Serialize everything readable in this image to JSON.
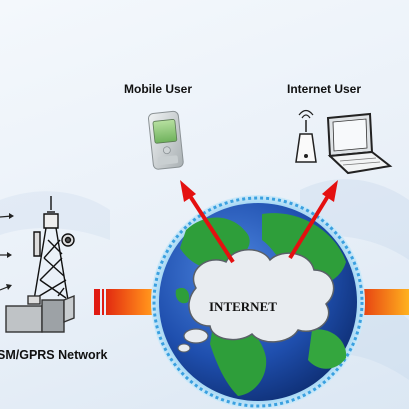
{
  "labels": {
    "mobile_user": "Mobile User",
    "internet_user": "Internet User",
    "internet": "INTERNET",
    "network": "SM/GPRS Network"
  },
  "colors": {
    "arrow": "#e41010",
    "globe_ocean": "#1c4fa8",
    "globe_land": "#2fa33a",
    "beam_start": "#e01010",
    "beam_end": "#ffe23a"
  },
  "icons": [
    "mobile-phone-icon",
    "laptop-icon",
    "wireless-router-icon",
    "cell-tower-icon"
  ]
}
